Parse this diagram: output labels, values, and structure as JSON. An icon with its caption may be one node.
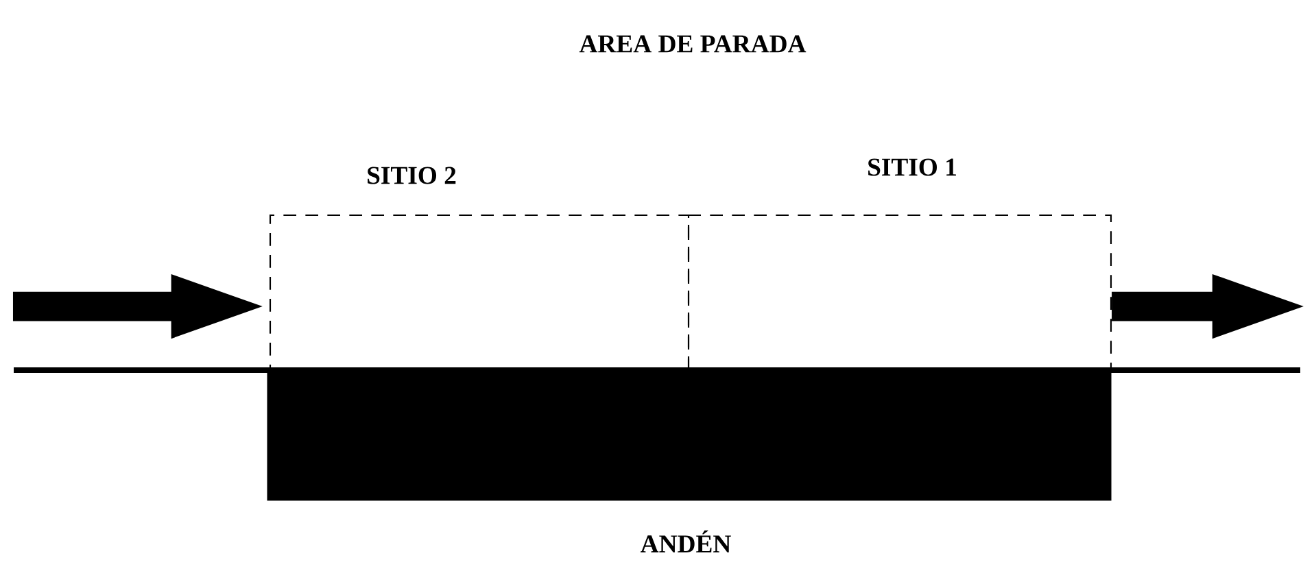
{
  "diagram": {
    "title": "AREA DE PARADA",
    "nodes": [
      {
        "text": [
          "SITIO 2"
        ]
      },
      {
        "text": [
          "SITIO 1"
        ]
      },
      {
        "text": [
          "ANDÉN"
        ]
      }
    ],
    "edges": [
      {
        "from": null,
        "to": 0,
        "arrow": "to"
      },
      {
        "from": 1,
        "to": null,
        "arrow": "to"
      }
    ]
  }
}
